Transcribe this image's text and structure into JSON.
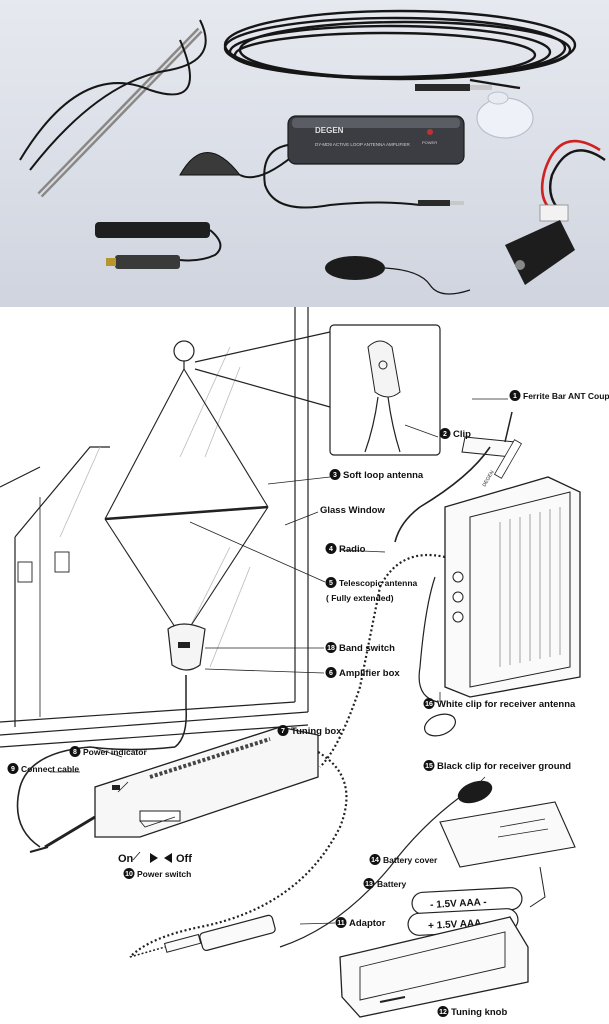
{
  "photo": {
    "brand_text": "DEGEN",
    "model_text": "DY-MD9 ACTIVE LOOP ANTENNA AMPLIFIER",
    "power_text": "POWER"
  },
  "diagram": {
    "labels": [
      {
        "num": "1",
        "text": "Ferrite Bar ANT Coupler"
      },
      {
        "num": "2",
        "text": "Clip"
      },
      {
        "num": "3",
        "text": "Soft loop antenna"
      },
      {
        "num": "",
        "text": "Glass Window"
      },
      {
        "num": "4",
        "text": "Radio"
      },
      {
        "num": "5",
        "text": "Telescopic antenna"
      },
      {
        "num": "",
        "text": "( Fully extended)"
      },
      {
        "num": "18",
        "text": "Band switch"
      },
      {
        "num": "6",
        "text": "Amplifier box"
      },
      {
        "num": "16",
        "text": "White clip for receiver antenna"
      },
      {
        "num": "7",
        "text": "Tuning box"
      },
      {
        "num": "8",
        "text": "Power indicator"
      },
      {
        "num": "9",
        "text": "Connect cable"
      },
      {
        "num": "15",
        "text": "Black clip for receiver ground"
      },
      {
        "num": "14",
        "text": "Battery cover"
      },
      {
        "num": "13",
        "text": "Battery"
      },
      {
        "num": "10",
        "text": "Power switch"
      },
      {
        "num": "11",
        "text": "Adaptor"
      },
      {
        "num": "12",
        "text": "Tuning knob"
      }
    ],
    "on_label": "On",
    "off_label": "Off",
    "battery_1": "- 1.5V AAA -",
    "battery_2": "+ 1.5V AAA -",
    "coupler_text": "DEGEN"
  }
}
